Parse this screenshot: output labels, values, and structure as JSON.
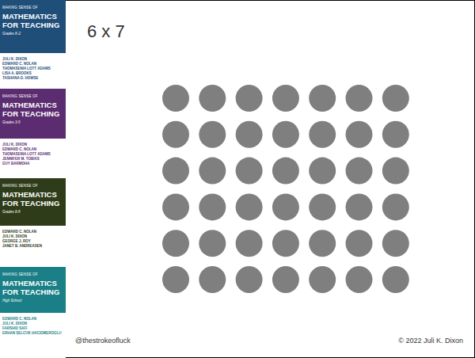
{
  "diagram": {
    "title": "6 x 7",
    "nodes": [
      {
        "text": [
          "MAKING SENSE OF",
          "MATHEMATICS FOR TEACHING",
          "Grades K-2",
          "JULI K. DIXON",
          "EDWARD C. NOLAN",
          "THOMASENIA LOTT ADAMS",
          "LISA A. BROOKS",
          "TASHANA D. HOWSE"
        ]
      },
      {
        "text": [
          "MAKING SENSE OF",
          "MATHEMATICS FOR TEACHING",
          "Grades 3-5",
          "JULI K. DIXON",
          "EDWARD C. NOLAN",
          "THOMASENIA LOTT ADAMS",
          "JENNIFER M. TOBIAS",
          "GUY BARMOHA"
        ]
      },
      {
        "text": [
          "MAKING SENSE OF",
          "MATHEMATICS FOR TEACHING",
          "Grades 6-8",
          "EDWARD C. NOLAN",
          "JULI K. DIXON",
          "GEORGE J. ROY",
          "JANET B. ANDREASEN"
        ]
      },
      {
        "text": [
          "MAKING SENSE OF",
          "MATHEMATICS FOR TEACHING",
          "High School",
          "EDWARD C. NOLAN",
          "JULI K. DIXON",
          "FARSHID SAFI",
          "ERHAN SELCUK HACIOMEROGLU"
        ]
      }
    ],
    "labels": [
      "@thestrokeofluck",
      "© 2022 Juli K. Dixon"
    ]
  }
}
